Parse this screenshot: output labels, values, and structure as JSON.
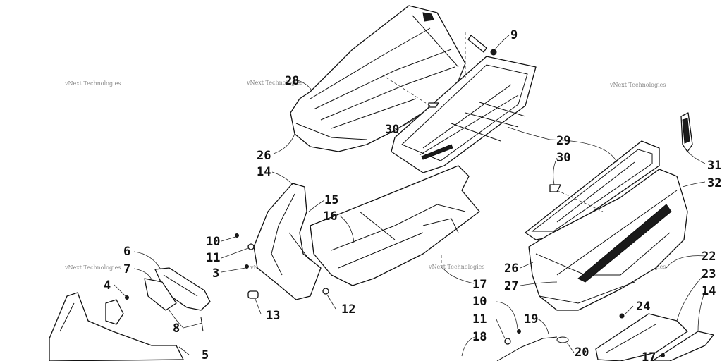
{
  "watermark": "vNext Technologies",
  "callouts": [
    "9",
    "28",
    "30",
    "26",
    "29",
    "30",
    "31",
    "32",
    "14",
    "15",
    "16",
    "10",
    "11",
    "3",
    "17",
    "12",
    "13",
    "26",
    "27",
    "6",
    "7",
    "4",
    "8",
    "5",
    "10",
    "11",
    "19",
    "18",
    "20",
    "24",
    "22",
    "23",
    "14",
    "17"
  ]
}
